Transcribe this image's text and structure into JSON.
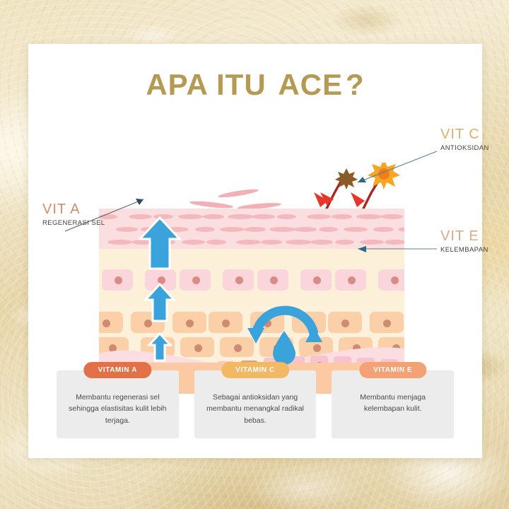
{
  "title": {
    "part1": "APA ITU ",
    "highlight": "ACE",
    "part2": "?"
  },
  "diagram": {
    "labels": [
      {
        "id": "vit-a",
        "big": "VIT A",
        "small": "REGENERASI SEL",
        "color": "#cf8f6d"
      },
      {
        "id": "vit-c",
        "big": "VIT C",
        "small": "ANTIOKSIDAN",
        "color": "#dfb06a"
      },
      {
        "id": "vit-e",
        "big": "VIT E",
        "small": "KELEMBAPAN",
        "color": "#e0a884"
      }
    ],
    "icons": {
      "free_radical": "free-radical-burst-icon",
      "sun": "sun-burst-icon",
      "shield_arrows": "deflect-arrow-icon",
      "regeneration_arrows": "up-arrow-icon",
      "moisture_cycle": "moisture-loop-icon",
      "water_drop": "water-drop-icon"
    },
    "colors": {
      "arrow_blue": "#3aa3dc",
      "deflect_red": "#e8362a",
      "ray_dark_red": "#a8281f",
      "free_radical_brown": "#8a5a28",
      "sun_orange": "#f5a623",
      "stratum_pink": "#fbdfe0",
      "cell_pink": "#fad6dc",
      "cell_orange": "#fbcfa8",
      "dermis": "#fbc9a2"
    }
  },
  "cards": [
    {
      "badge": "VITAMIN A",
      "badge_color": "#e2714a",
      "text": "Membantu regenerasi sel sehingga elastisitas kulit lebih terjaga."
    },
    {
      "badge": "VITAMIN C",
      "badge_color": "#f2b964",
      "text": "Sebagai antioksidan yang membantu menangkal radikal bebas."
    },
    {
      "badge": "VITAMIN E",
      "badge_color": "#f2a274",
      "text": "Membantu menjaga kelembapan kulit."
    }
  ]
}
